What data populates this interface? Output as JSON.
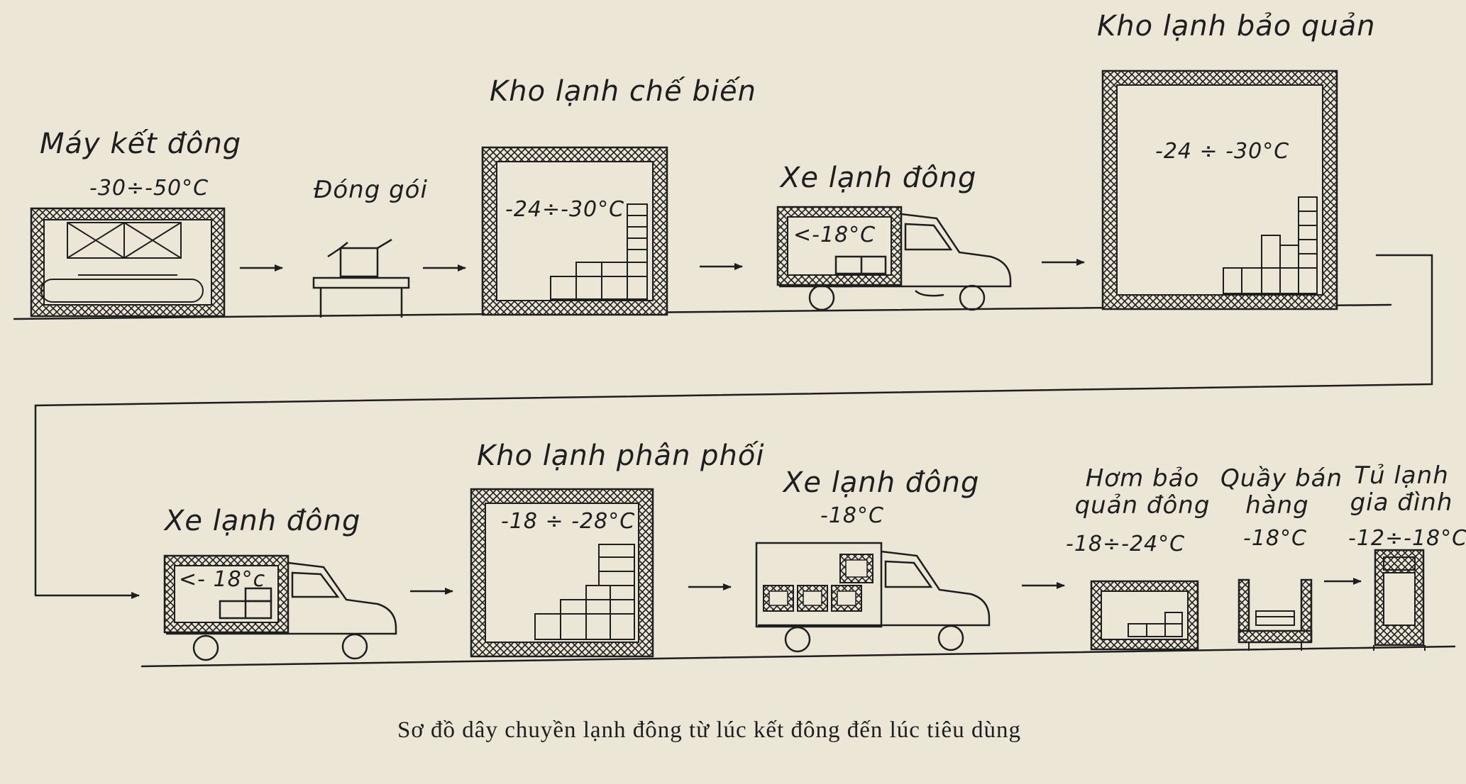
{
  "caption": "Sơ đồ dây chuyền lạnh đông từ lúc kết đông đến lúc tiêu dùng",
  "stages": {
    "freezer": {
      "name": "Máy kết đông",
      "temp": "-30÷-50°C"
    },
    "packing": {
      "name": "Đóng gói"
    },
    "processing_store": {
      "name": "Kho lạnh chế biến",
      "temp": "-24÷-30°C"
    },
    "truck1": {
      "name": "Xe lạnh đông",
      "temp": "<-18°C"
    },
    "storage": {
      "name": "Kho lạnh bảo quản",
      "temp": "-24 ÷ -30°C"
    },
    "truck2": {
      "name": "Xe lạnh đông",
      "temp": "<- 18°c"
    },
    "distribution": {
      "name": "Kho lạnh phân phối",
      "temp": "-18 ÷ -28°C"
    },
    "truck3": {
      "name": "Xe lạnh đông",
      "temp": "-18°C"
    },
    "freezer_chest": {
      "name_line1": "Hơm bảo",
      "name_line2": "quản đông",
      "temp": "-18÷-24°C"
    },
    "counter": {
      "name_line1": "Quầy bán",
      "name_line2": "hàng",
      "temp": "-18°C"
    },
    "home_fridge": {
      "name_line1": "Tủ lạnh",
      "name_line2": "gia đình",
      "temp": "-12÷-18°C"
    }
  },
  "colors": {
    "ink": "#1e1e1e",
    "paper": "#ece6d6"
  }
}
